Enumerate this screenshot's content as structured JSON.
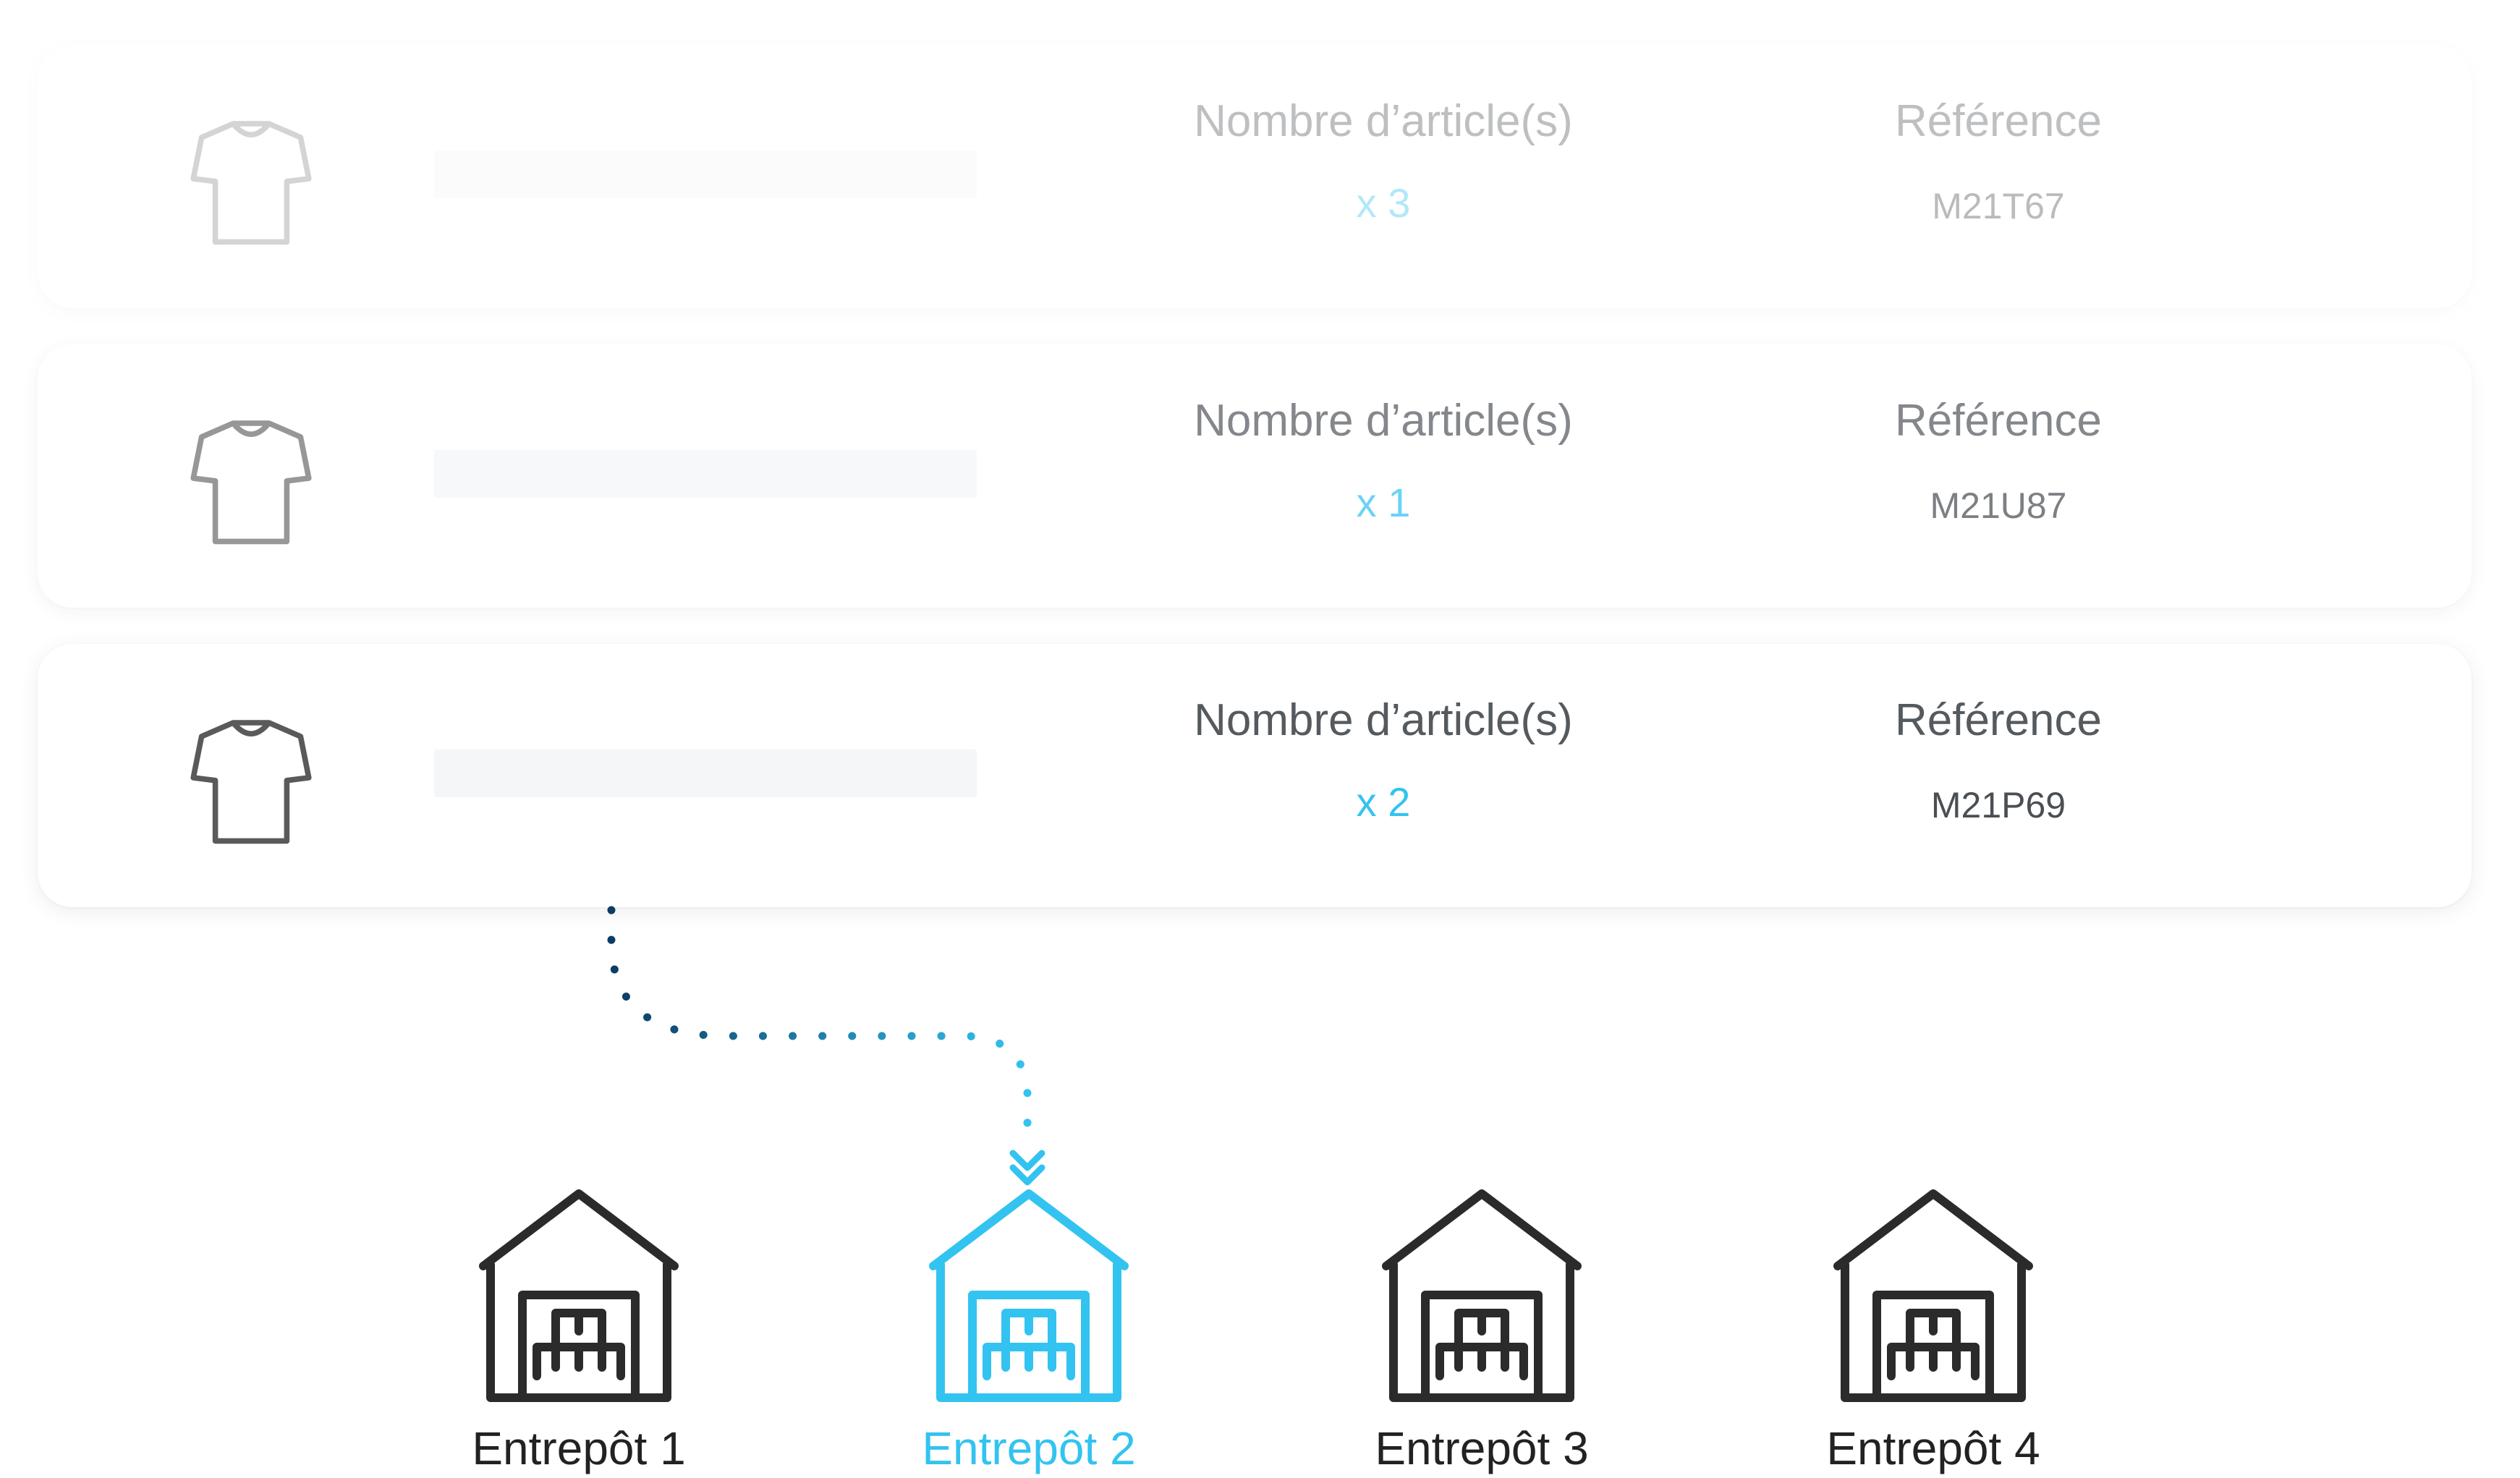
{
  "items": [
    {
      "qty_label": "Nombre d’article(s)",
      "qty_value": "x 3",
      "ref_label": "Référence",
      "ref_value": "M21T67"
    },
    {
      "qty_label": "Nombre d’article(s)",
      "qty_value": "x 1",
      "ref_label": "Référence",
      "ref_value": "M21U87"
    },
    {
      "qty_label": "Nombre d’article(s)",
      "qty_value": "x 2",
      "ref_label": "Référence",
      "ref_value": "M21P69"
    }
  ],
  "warehouses": [
    {
      "label": "Entrepôt 1",
      "selected": false
    },
    {
      "label": "Entrepôt 2",
      "selected": true
    },
    {
      "label": "Entrepôt 3",
      "selected": false
    },
    {
      "label": "Entrepôt 4",
      "selected": false
    }
  ],
  "colors": {
    "accent": "#33c3f0",
    "connector_dark": "#0b3b63",
    "text_dark": "#222222",
    "text_grey": "#555a5f",
    "card_bg": "#ffffff",
    "placeholder_bar": "#f5f6f8"
  },
  "icons": {
    "item": "tshirt-icon",
    "warehouse": "warehouse-icon",
    "arrow": "chevron-down-icon"
  }
}
